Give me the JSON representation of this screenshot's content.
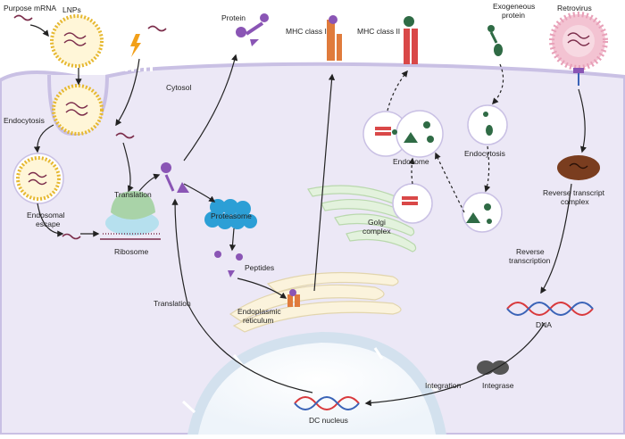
{
  "labels": {
    "purpose_mrna": "Purpose mRNA",
    "lnps": "LNPs",
    "protein": "Protein",
    "mhc_class_i": "MHC class I",
    "mhc_class_ii": "MHC class II",
    "exogeneous_protein_line1": "Exogeneous",
    "exogeneous_protein_line2": "protein",
    "retrovirus": "Retrovirus",
    "cytosol": "Cytosol",
    "endocytosis_left": "Endocytosis",
    "endocytosis_right": "Endocytosis",
    "endosome": "Endosome",
    "endosomal_escape_line1": "Endosomal",
    "endosomal_escape_line2": "escape",
    "translation_top": "Translation",
    "translation_left": "Translation",
    "ribosome": "Ribosome",
    "proteasome": "Proteasome",
    "peptides": "Peptides",
    "golgi_line1": "Golgi",
    "golgi_line2": "complex",
    "er_line1": "Endoplasmic",
    "er_line2": "reticulum",
    "reverse_transcript_line1": "Reverse transcript",
    "reverse_transcript_line2": "complex",
    "reverse_transcription_line1": "Reverse",
    "reverse_transcription_line2": "transcription",
    "dna": "DNA",
    "integration": "Integration",
    "integrase": "Integrase",
    "dc_nucleus": "DC nucleus"
  },
  "colors": {
    "cytosol": "#ece8f6",
    "membrane": "#c9c0e4",
    "mhc_orange": "#e07b3c",
    "mhc_red": "#d94848",
    "protein_purple": "#8a55b5",
    "proteasome_blue": "#2c9fd6",
    "ribosome_green": "#a9d3a8",
    "ribosome_blue": "#b6e0ee",
    "exogenous_green": "#2f6b45",
    "retrovirus_pink": "#e8a0b8",
    "rt_complex_brown": "#7a3d1f",
    "dna_red": "#d9393c",
    "dna_blue": "#3a63b7",
    "integrase_gray": "#555555",
    "lnp_gold": "#e6b830"
  }
}
